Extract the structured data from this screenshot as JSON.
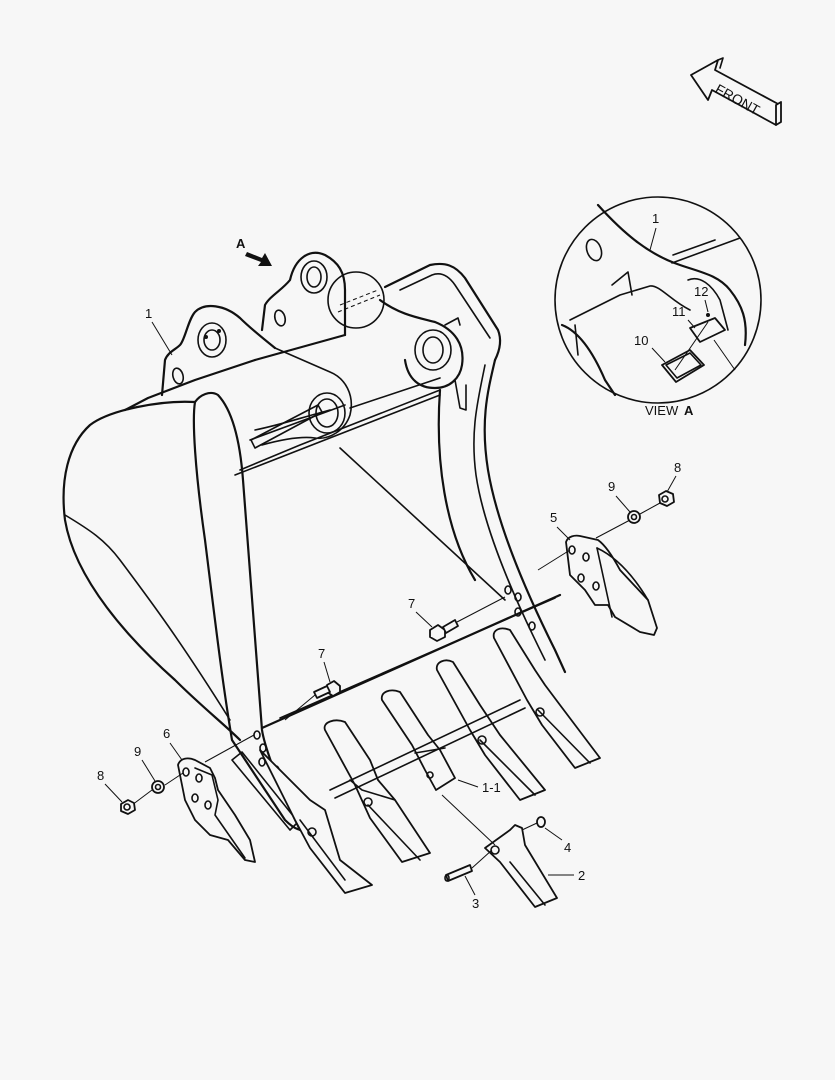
{
  "diagram": {
    "type": "exploded-parts-diagram",
    "subject": "excavator bucket assembly",
    "orientation_label": "FRONT",
    "view_arrow_label": "A",
    "detail_view": {
      "title_prefix": "VIEW",
      "title_letter": "A",
      "callouts": [
        "1",
        "10",
        "11",
        "12"
      ]
    },
    "callouts": {
      "bucket": "1",
      "adapter": "1-1",
      "tooth_point": "2",
      "pin": "3",
      "lock_washer": "4",
      "side_cutter_right": "5",
      "side_cutter_left": "6",
      "bolt_upper": "7",
      "bolt_lower": "7",
      "nut_right": "8",
      "nut_left": "8",
      "washer_right": "9",
      "washer_left": "9",
      "plate": "10",
      "rivet": "11",
      "screw": "12"
    }
  }
}
